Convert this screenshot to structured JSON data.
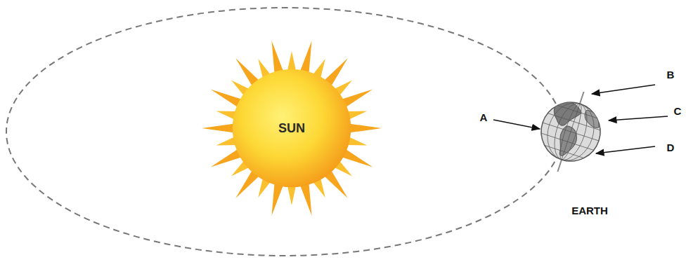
{
  "diagram": {
    "nodes": [
      {
        "text": [
          "SUN"
        ]
      }
    ],
    "labels": [
      "A",
      "B",
      "C",
      "D",
      "EARTH"
    ]
  }
}
